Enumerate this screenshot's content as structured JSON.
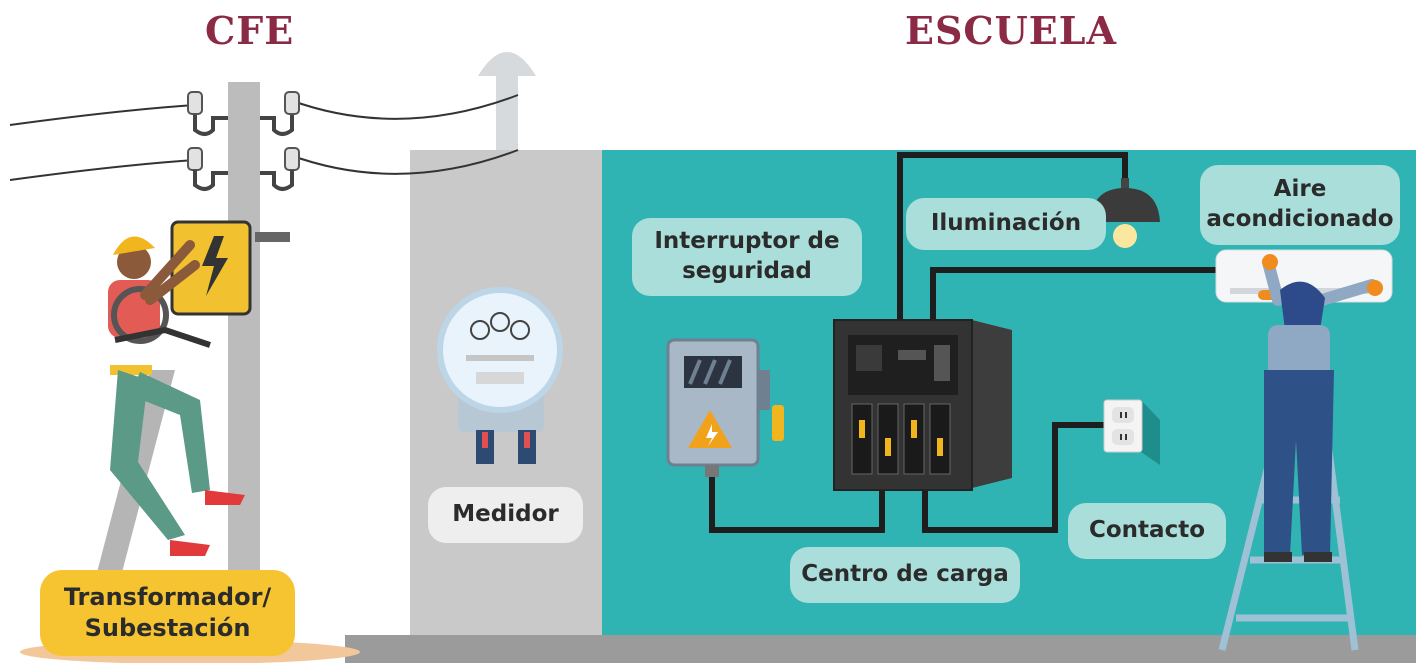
{
  "headings": {
    "left": "CFE",
    "right": "ESCUELA"
  },
  "labels": {
    "transformer_line1": "Transformador/",
    "transformer_line2": "Subestación",
    "meter": "Medidor",
    "safety_switch_line1": "Interruptor de",
    "safety_switch_line2": "seguridad",
    "lighting": "Iluminación",
    "ac_line1": "Aire",
    "ac_line2": "acondicionado",
    "load_center": "Centro de carga",
    "outlet": "Contacto"
  },
  "colors": {
    "heading": "#8b2a45",
    "school_wall": "#2fb4b3",
    "meter_wall": "#c9c9c9",
    "label_mint": "#a9dedb",
    "label_yellow": "#f6c431",
    "wire": "#1e1e1e"
  },
  "icons": [
    "utility-pole",
    "lineman-worker",
    "electric-meter",
    "safety-switch-box",
    "load-center-panel",
    "ceiling-lamp",
    "wall-outlet",
    "air-conditioner",
    "technician-on-ladder"
  ]
}
